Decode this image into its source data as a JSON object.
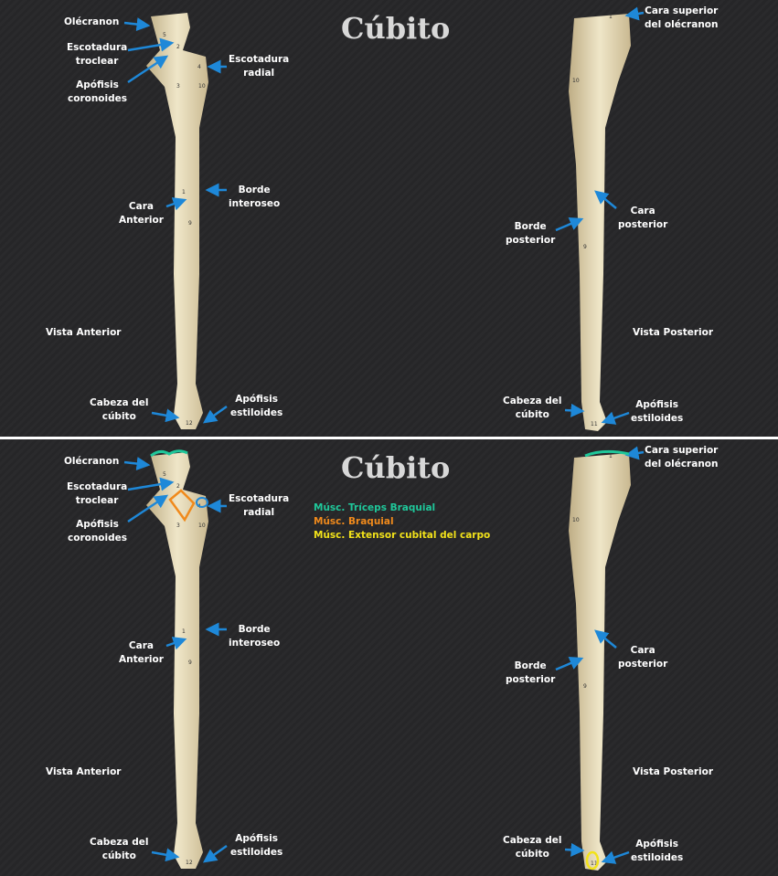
{
  "slides": [
    {
      "title": "Cúbito",
      "olecranon": "Olécranon",
      "escotadura_troclear": [
        "Escotadura",
        "troclear"
      ],
      "apofisis_coronoides": [
        "Apófisis",
        "coronoides"
      ],
      "escotadura_radial": [
        "Escotadura",
        "radial"
      ],
      "cara_anterior": [
        "Cara",
        "Anterior"
      ],
      "borde_interoseo": [
        "Borde",
        "interoseo"
      ],
      "vista_anterior": "Vista Anterior",
      "cabeza_anterior": [
        "Cabeza del",
        "cúbito"
      ],
      "estiloides_anterior": [
        "Apófisis",
        "estiloides"
      ],
      "cara_superior": [
        "Cara superior",
        "del olécranon"
      ],
      "cara_posterior": [
        "Cara",
        "posterior"
      ],
      "borde_posterior": [
        "Borde",
        "posterior"
      ],
      "vista_posterior": "Vista Posterior",
      "cabeza_posterior": [
        "Cabeza del",
        "cúbito"
      ],
      "estiloides_posterior": [
        "Apófisis",
        "estiloides"
      ]
    },
    {
      "title": "Cúbito",
      "olecranon": "Olécranon",
      "escotadura_troclear": [
        "Escotadura",
        "troclear"
      ],
      "apofisis_coronoides": [
        "Apófisis",
        "coronoides"
      ],
      "escotadura_radial": [
        "Escotadura",
        "radial"
      ],
      "cara_anterior": [
        "Cara",
        "Anterior"
      ],
      "borde_interoseo": [
        "Borde",
        "interoseo"
      ],
      "vista_anterior": "Vista Anterior",
      "cabeza_anterior": [
        "Cabeza del",
        "cúbito"
      ],
      "estiloides_anterior": [
        "Apófisis",
        "estiloides"
      ],
      "cara_superior": [
        "Cara superior",
        "del olécranon"
      ],
      "cara_posterior": [
        "Cara",
        "posterior"
      ],
      "borde_posterior": [
        "Borde",
        "posterior"
      ],
      "vista_posterior": "Vista Posterior",
      "cabeza_posterior": [
        "Cabeza del",
        "cúbito"
      ],
      "estiloides_posterior": [
        "Apófisis",
        "estiloides"
      ],
      "legend": [
        {
          "label": "Músc. Tríceps Braquial",
          "color": "#1fc79a"
        },
        {
          "label": "Músc. Braquial",
          "color": "#f08a1c"
        },
        {
          "label": "Músc. Extensor cubital del carpo",
          "color": "#f2e21a"
        }
      ]
    }
  ]
}
